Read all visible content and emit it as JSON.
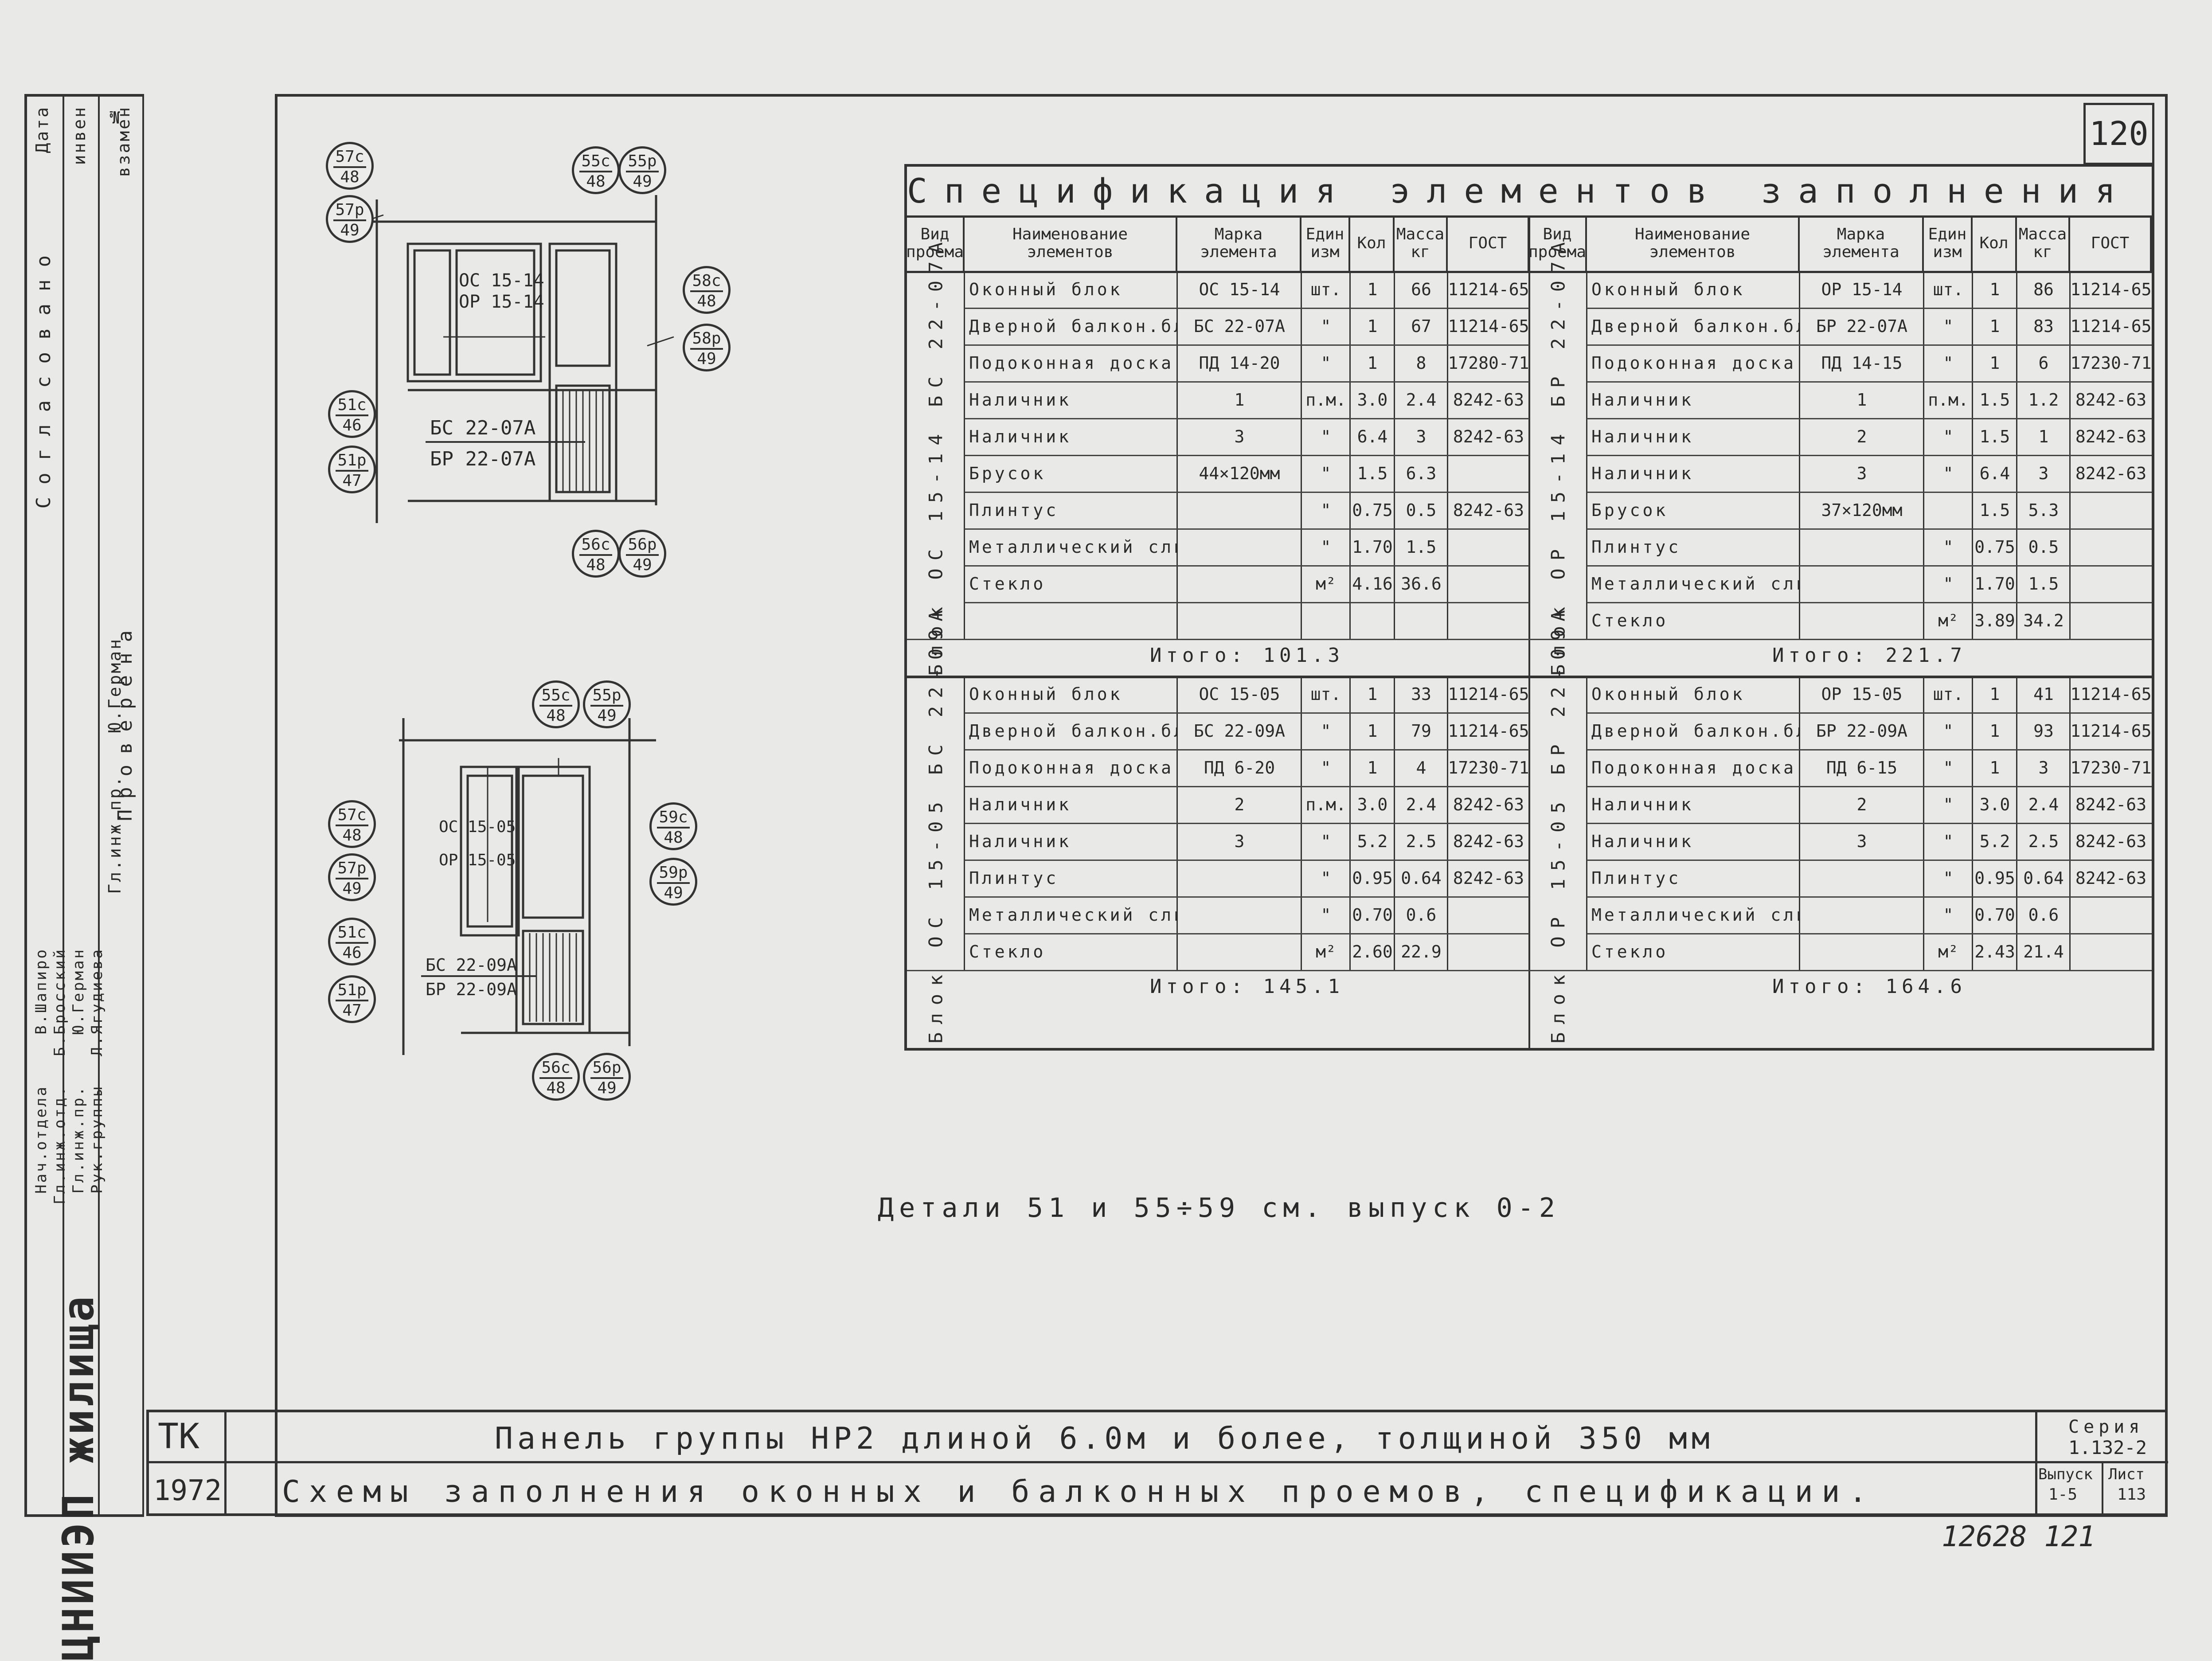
{
  "sheet_number": "120",
  "stamp_bottom": "12628  121",
  "side_strip": {
    "labels": [
      "Дата",
      "инвен",
      "№",
      "взамен"
    ],
    "soglasovano": "Согласовано",
    "proverena": "Проверена",
    "gl_inzh": "Гл.инж.пр.",
    "german": "Ю.Герман",
    "roles": [
      "Нач.отдела",
      "Гл.инж.отд.",
      "Гл.инж.пр.",
      "Рук.группы"
    ],
    "names": [
      "В.Шапиро",
      "Б.Бросский",
      "Ю.Герман",
      "Л.Ягудиева"
    ],
    "org": "ЦНИИЭП жилища"
  },
  "spec": {
    "title": "Спецификация элементов заполнения проемов",
    "headers": [
      "Вид\nпроема",
      "Наименование\nэлементов",
      "Марка\nэлемента",
      "Един\nизм",
      "Кол",
      "Масса\nкг",
      "ГОСТ"
    ],
    "blocks": [
      {
        "group": "Блок ОС 15-14 БС 22-07А",
        "rows": [
          [
            "Оконный блок",
            "ОС 15-14",
            "шт.",
            "1",
            "66",
            "11214-65"
          ],
          [
            "Дверной балкон.блок",
            "БС 22-07А",
            "\"",
            "1",
            "67",
            "11214-65"
          ],
          [
            "Подоконная доска",
            "ПД 14-20",
            "\"",
            "1",
            "8",
            "17280-71"
          ],
          [
            "Наличник",
            "1",
            "п.м.",
            "3.0",
            "2.4",
            "8242-63"
          ],
          [
            "Наличник",
            "3",
            "\"",
            "6.4",
            "3",
            "8242-63"
          ],
          [
            "Брусок",
            "44×120мм",
            "\"",
            "1.5",
            "6.3",
            ""
          ],
          [
            "Плинтус",
            "",
            "\"",
            "0.75",
            "0.5",
            "8242-63"
          ],
          [
            "Металлический слив",
            "",
            "\"",
            "1.70",
            "1.5",
            ""
          ],
          [
            "Стекло",
            "",
            "м²",
            "4.16",
            "36.6",
            ""
          ]
        ],
        "total": "Итого: 101.3"
      },
      {
        "group": "Блок ОР 15-14 БР 22-07А",
        "rows": [
          [
            "Оконный блок",
            "ОР 15-14",
            "шт.",
            "1",
            "86",
            "11214-65"
          ],
          [
            "Дверной балкон.блок",
            "БР 22-07А",
            "\"",
            "1",
            "83",
            "11214-65"
          ],
          [
            "Подоконная доска",
            "ПД 14-15",
            "\"",
            "1",
            "6",
            "17230-71"
          ],
          [
            "Наличник",
            "1",
            "п.м.",
            "1.5",
            "1.2",
            "8242-63"
          ],
          [
            "Наличник",
            "2",
            "\"",
            "1.5",
            "1",
            "8242-63"
          ],
          [
            "Наличник",
            "3",
            "\"",
            "6.4",
            "3",
            "8242-63"
          ],
          [
            "Брусок",
            "37×120мм",
            "",
            "1.5",
            "5.3",
            ""
          ],
          [
            "Плинтус",
            "",
            "\"",
            "0.75",
            "0.5",
            ""
          ],
          [
            "Металлический слив",
            "",
            "\"",
            "1.70",
            "1.5",
            ""
          ],
          [
            "Стекло",
            "",
            "м²",
            "3.89",
            "34.2",
            ""
          ]
        ],
        "total": "Итого: 221.7"
      },
      {
        "group": "Блок ОС 15-05 БС 22-09А",
        "rows": [
          [
            "Оконный блок",
            "ОС 15-05",
            "шт.",
            "1",
            "33",
            "11214-65"
          ],
          [
            "Дверной балкон.блок",
            "БС 22-09А",
            "\"",
            "1",
            "79",
            "11214-65"
          ],
          [
            "Подоконная доска",
            "ПД 6-20",
            "\"",
            "1",
            "4",
            "17230-71"
          ],
          [
            "Наличник",
            "2",
            "п.м.",
            "3.0",
            "2.4",
            "8242-63"
          ],
          [
            "Наличник",
            "3",
            "\"",
            "5.2",
            "2.5",
            "8242-63"
          ],
          [
            "Плинтус",
            "",
            "\"",
            "0.95",
            "0.64",
            "8242-63"
          ],
          [
            "Металлический слив",
            "",
            "\"",
            "0.70",
            "0.6",
            ""
          ],
          [
            "Стекло",
            "",
            "м²",
            "2.60",
            "22.9",
            ""
          ]
        ],
        "total": "Итого: 145.1"
      },
      {
        "group": "Блок ОР 15-05 БР 22-09А",
        "rows": [
          [
            "Оконный блок",
            "ОР 15-05",
            "шт.",
            "1",
            "41",
            "11214-65"
          ],
          [
            "Дверной балкон.блок",
            "БР 22-09А",
            "\"",
            "1",
            "93",
            "11214-65"
          ],
          [
            "Подоконная доска",
            "ПД 6-15",
            "\"",
            "1",
            "3",
            "17230-71"
          ],
          [
            "Наличник",
            "2",
            "\"",
            "3.0",
            "2.4",
            "8242-63"
          ],
          [
            "Наличник",
            "3",
            "\"",
            "5.2",
            "2.5",
            "8242-63"
          ],
          [
            "Плинтус",
            "",
            "\"",
            "0.95",
            "0.64",
            "8242-63"
          ],
          [
            "Металлический слив",
            "",
            "\"",
            "0.70",
            "0.6",
            ""
          ],
          [
            "Стекло",
            "",
            "м²",
            "2.43",
            "21.4",
            ""
          ]
        ],
        "total": "Итого: 164.6"
      }
    ]
  },
  "drawing1": {
    "window_marks": [
      "ОС 15-14",
      "ОР 15-14"
    ],
    "door_marks": [
      "БС 22-07А",
      "БР 22-07А"
    ],
    "balloons": [
      [
        "57с",
        "48"
      ],
      [
        "57р",
        "49"
      ],
      [
        "55с",
        "48"
      ],
      [
        "55р",
        "49"
      ],
      [
        "58с",
        "48"
      ],
      [
        "58р",
        "49"
      ],
      [
        "51с",
        "46"
      ],
      [
        "51р",
        "47"
      ],
      [
        "56с",
        "48"
      ],
      [
        "56р",
        "49"
      ]
    ]
  },
  "drawing2": {
    "window_marks": [
      "ОС 15-05",
      "ОР 15-05"
    ],
    "door_marks": [
      "БС 22-09А",
      "БР 22-09А"
    ],
    "balloons": [
      [
        "55с",
        "48"
      ],
      [
        "55р",
        "49"
      ],
      [
        "57с",
        "48"
      ],
      [
        "57р",
        "49"
      ],
      [
        "59с",
        "48"
      ],
      [
        "59р",
        "49"
      ],
      [
        "51с",
        "46"
      ],
      [
        "51р",
        "47"
      ],
      [
        "56с",
        "48"
      ],
      [
        "56р",
        "49"
      ]
    ]
  },
  "note": "Детали 51 и 55÷59 см. выпуск 0-2",
  "title_block": {
    "tk": "ТК",
    "year": "1972",
    "line1": "Панель группы НР2 длиной 6.0м и более, толщиной 350 мм",
    "line2": "Схемы заполнения оконных и балконных проемов, спецификации.",
    "seria_label": "Серия",
    "seria": "1.132-2",
    "vypusk_label": "Выпуск",
    "vypusk": "1-5",
    "list_label": "Лист",
    "list": "113"
  }
}
